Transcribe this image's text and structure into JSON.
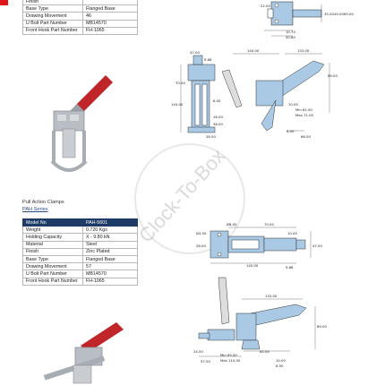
{
  "watermark": "Clock-To-Box",
  "table_top": {
    "rows": [
      {
        "key": "Finish",
        "value": ""
      },
      {
        "key": "Base Type",
        "value": "Flanged Base"
      },
      {
        "key": "Drawing Movement",
        "value": "46"
      },
      {
        "key": "U Bolt Part Number",
        "value": "MB14570"
      },
      {
        "key": "Front Hook Part Number",
        "value": "FH-1065"
      }
    ]
  },
  "section_pah": {
    "title": "Pull Action Clamps",
    "subtitle": "PAH Series",
    "header": {
      "key": "Model No",
      "value": "PAH-5601"
    },
    "rows": [
      {
        "key": "Weight",
        "value": "0.720 Kgs"
      },
      {
        "key": "Holding Capacity",
        "value": "X - 9.80 kN"
      },
      {
        "key": "Material",
        "value": "Steel"
      },
      {
        "key": "Finish",
        "value": "Zinc Plated"
      },
      {
        "key": "Base Type",
        "value": "Flanged Base"
      },
      {
        "key": "Drawing Movement",
        "value": "57"
      },
      {
        "key": "U Bolt Part Number",
        "value": "MB14570"
      },
      {
        "key": "Front Hook Part Number",
        "value": "FH-1065"
      }
    ]
  },
  "dims_top_right": [
    "22.00",
    "35.00",
    "45.00",
    "65.00",
    "10.70",
    "50.80"
  ],
  "dims_drawing1": [
    "47.00",
    "9.68",
    "70.00",
    "145.00",
    "140.00",
    "132.00",
    "89.00",
    "6.00",
    "10.00",
    "Min 61.00",
    "Max 71.00",
    "6.00",
    "66.00",
    "28.50",
    "16.00",
    "38.00"
  ],
  "dims_drawing2": [
    "Ø8.00",
    "70.00",
    "Ø4.50",
    "10.00",
    "28.00",
    "145.00",
    "9.68",
    "47.00"
  ],
  "dims_drawing3": [
    "132.00",
    "89.00",
    "24.50",
    "57.00",
    "Min 65.00",
    "Max 110.00",
    "62.00",
    "8.50",
    "10.00"
  ],
  "colors": {
    "header_bg": "#1e3a66",
    "accent_red": "#e0141b",
    "metal_blue": "#a9c9e4",
    "handle_red": "#c0252a"
  }
}
